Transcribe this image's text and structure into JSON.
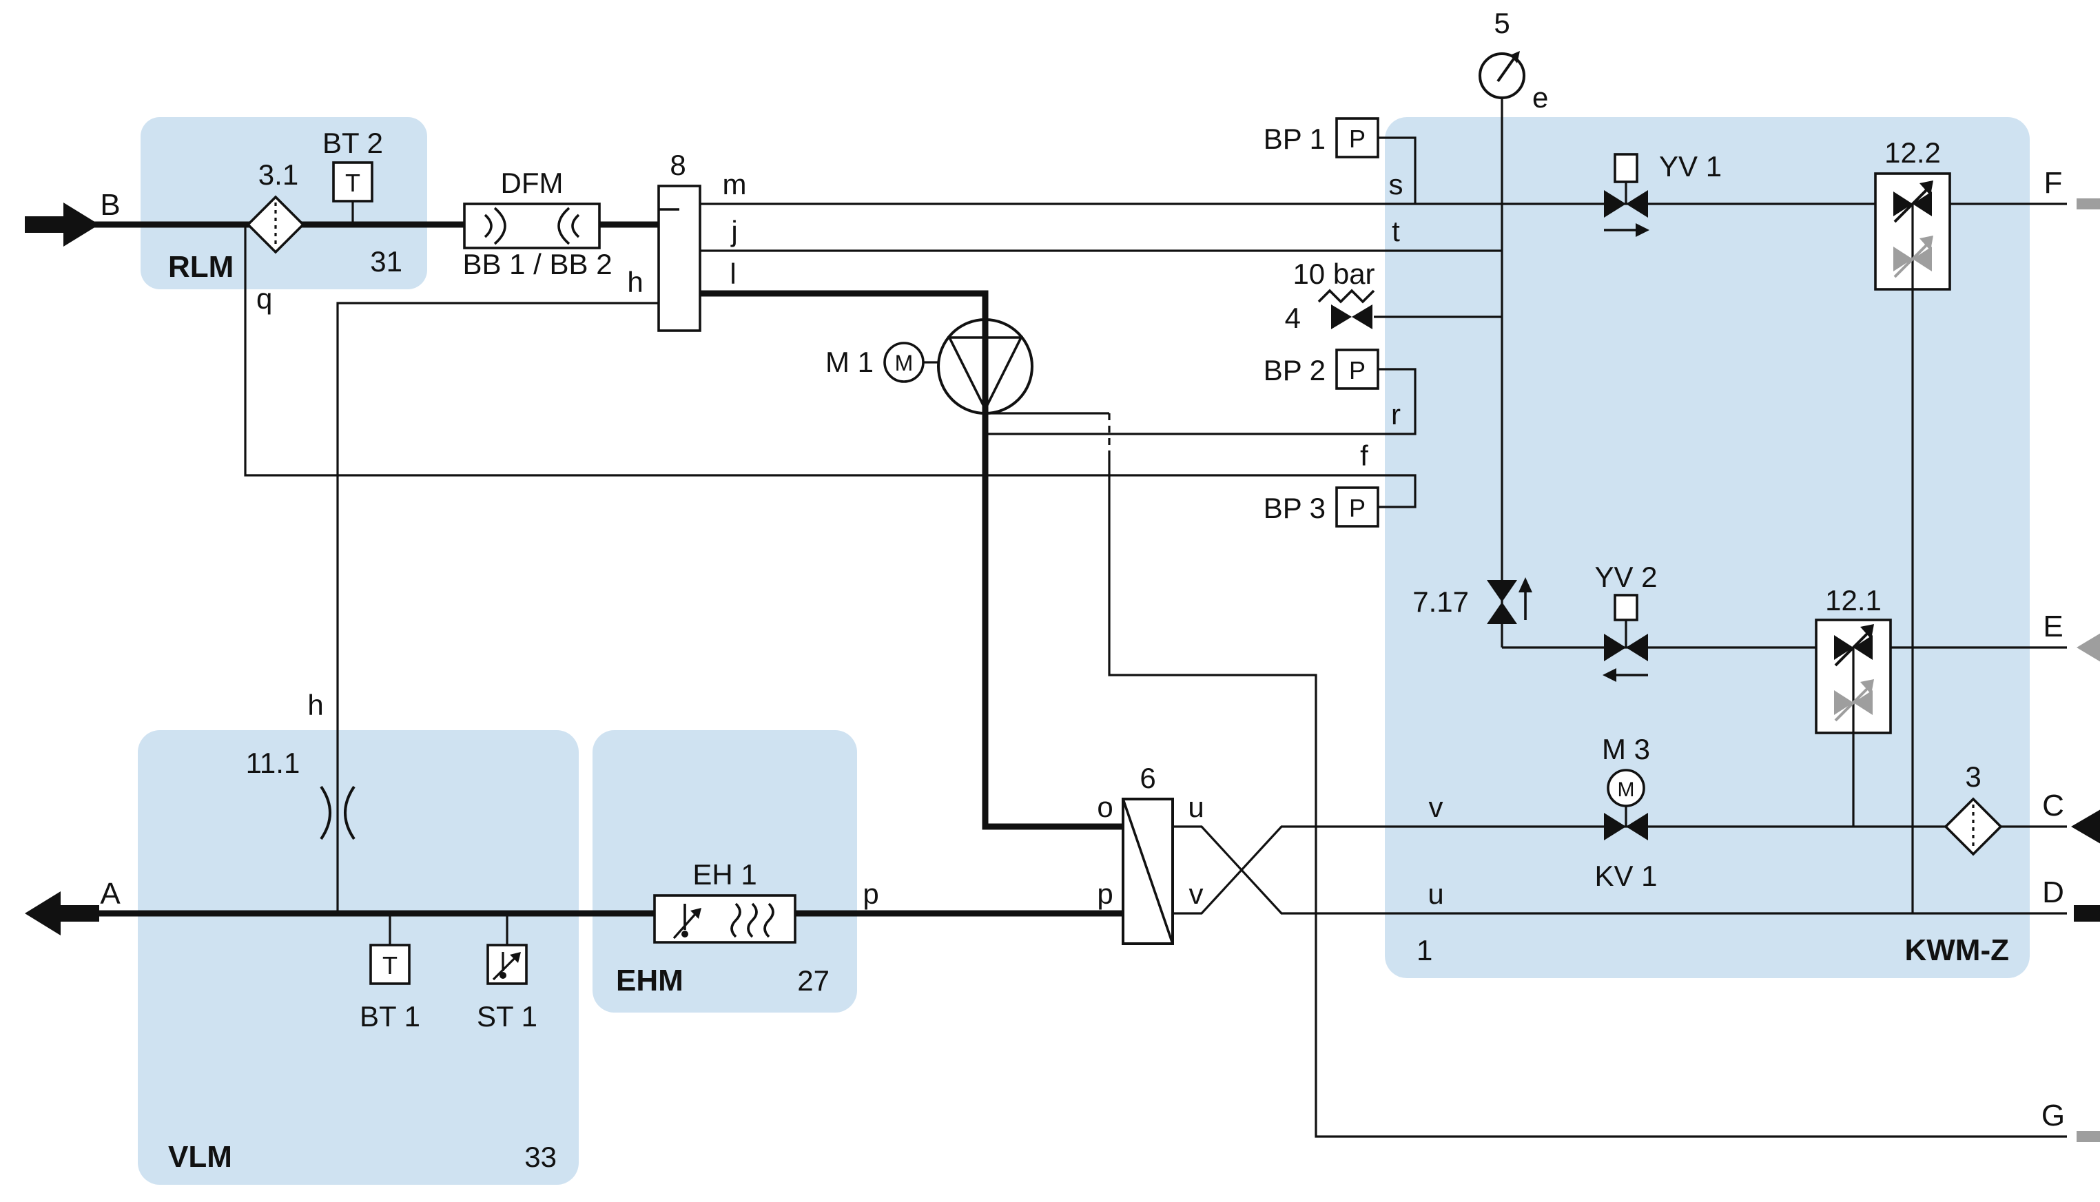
{
  "colors": {
    "zone_fill": "#cfe2f1",
    "line": "#111111",
    "gray_flow": "#9e9e9e",
    "symbol_fill": "#ffffff"
  },
  "zones": {
    "rlm": {
      "name": "RLM",
      "number": "31"
    },
    "vlm": {
      "name": "VLM",
      "number": "33"
    },
    "ehm": {
      "name": "EHM",
      "number": "27"
    },
    "kwmz": {
      "name": "KWM-Z",
      "number": "1"
    }
  },
  "ports": {
    "a": "A",
    "b": "B",
    "c": "C",
    "d": "D",
    "e": "E",
    "f": "F",
    "g": "G"
  },
  "lines": {
    "q": "q",
    "h": "h",
    "m": "m",
    "j": "j",
    "l": "l",
    "s": "s",
    "t": "t",
    "r": "r",
    "f": "f",
    "e": "e",
    "o": "o",
    "p": "p",
    "u": "u",
    "v": "v"
  },
  "components": {
    "filter31": {
      "label": "3.1"
    },
    "bt2": {
      "label": "BT 2",
      "symbol": "T"
    },
    "dfm": {
      "label": "DFM",
      "sublabel": "BB 1 / BB 2"
    },
    "comp8": {
      "label": "8"
    },
    "m1": {
      "label": "M 1",
      "symbol": "M"
    },
    "gauge5": {
      "label": "5"
    },
    "bp1": {
      "label": "BP 1",
      "symbol": "P"
    },
    "bp2": {
      "label": "BP 2",
      "symbol": "P"
    },
    "bp3": {
      "label": "BP 3",
      "symbol": "P"
    },
    "relief4": {
      "label": "4",
      "pressure": "10 bar"
    },
    "yv1": {
      "label": "YV 1"
    },
    "yv2": {
      "label": "YV 2"
    },
    "v717": {
      "label": "7.17"
    },
    "v122": {
      "label": "12.2"
    },
    "v121": {
      "label": "12.1"
    },
    "m3": {
      "label": "M 3",
      "symbol": "M",
      "valve": "KV 1"
    },
    "filter3": {
      "label": "3"
    },
    "hx6": {
      "label": "6"
    },
    "comp111": {
      "label": "11.1"
    },
    "bt1": {
      "label": "BT 1",
      "symbol": "T"
    },
    "st1": {
      "label": "ST 1"
    },
    "eh1": {
      "label": "EH 1"
    }
  }
}
